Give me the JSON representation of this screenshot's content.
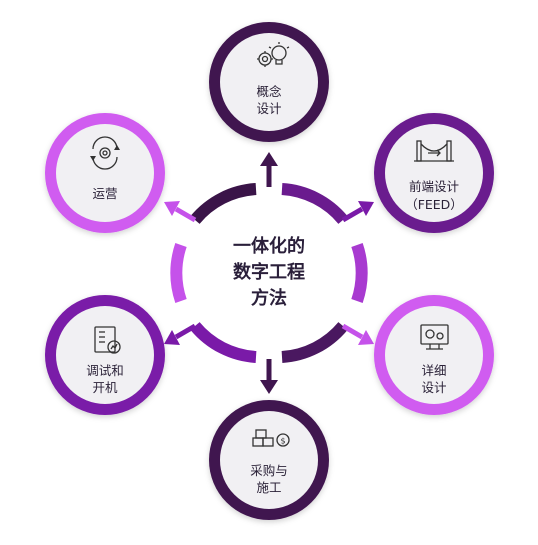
{
  "center": {
    "lines": [
      "一体化的",
      "数字工程",
      "方法"
    ]
  },
  "nodes": [
    {
      "id": "concept-design",
      "lines": [
        "概念",
        "设计"
      ],
      "icon": "lightbulb-gear-icon"
    },
    {
      "id": "feed",
      "lines": [
        "前端设计",
        "（FEED）"
      ],
      "icon": "bridge-icon"
    },
    {
      "id": "detailed-design",
      "lines": [
        "详细",
        "设计"
      ],
      "icon": "monitor-gear-icon"
    },
    {
      "id": "procurement-construction",
      "lines": [
        "采购与",
        "施工"
      ],
      "icon": "boxes-dollar-icon"
    },
    {
      "id": "commissioning",
      "lines": [
        "调试和",
        "开机"
      ],
      "icon": "document-chart-icon"
    },
    {
      "id": "operations",
      "lines": [
        "运营"
      ],
      "icon": "gear-cycle-icon"
    }
  ],
  "colors": {
    "dark": "#40164f",
    "purple": "#8e1fb8",
    "light": "#d05cf0",
    "inner": "#f1f0f3",
    "text": "#2b2238"
  }
}
